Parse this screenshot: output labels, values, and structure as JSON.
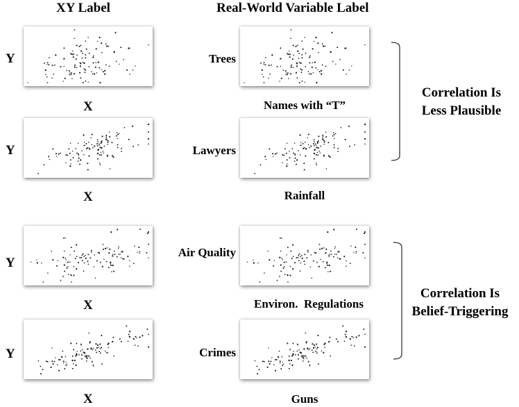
{
  "headers": {
    "left": "XY Label",
    "right": "Real-World Variable Label"
  },
  "axis_labels": {
    "y": "Y",
    "x": "X"
  },
  "rows": [
    {
      "y_var": "Trees",
      "x_var": "Names with “T”",
      "pattern": 0
    },
    {
      "y_var": "Lawyers",
      "x_var": "Rainfall",
      "pattern": 1
    },
    {
      "y_var": "Air Quality",
      "x_var": "Environ.  Regulations",
      "pattern": 2
    },
    {
      "y_var": "Crimes",
      "x_var": "Guns",
      "pattern": 3
    }
  ],
  "groups": [
    {
      "label": "Correlation Is Less Plausible",
      "rows": [
        0,
        1
      ]
    },
    {
      "label": "Correlation Is Belief-Triggering",
      "rows": [
        2,
        3
      ]
    }
  ],
  "colors": {
    "dot": "#222222",
    "bracket": "#333333"
  }
}
